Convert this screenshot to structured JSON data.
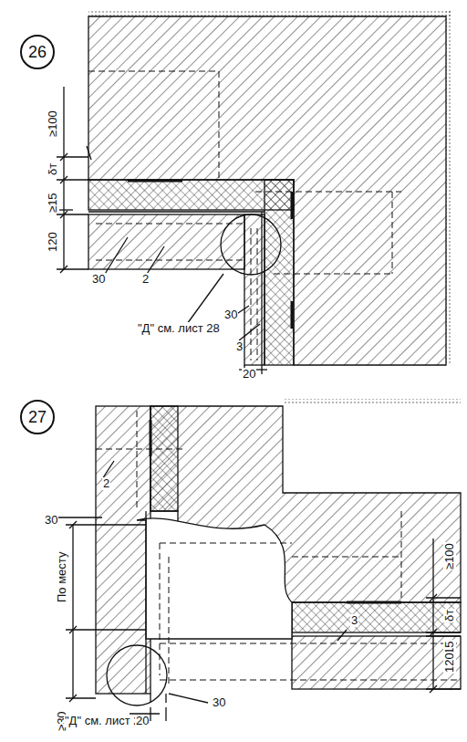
{
  "diagram": {
    "nodes": [
      {
        "text": [
          "26"
        ]
      },
      {
        "text": [
          "27"
        ]
      }
    ],
    "labels": [
      "≥100",
      "δт",
      "≥15",
      "120",
      "30",
      "2",
      "\"Д\" см. лист 28",
      "20",
      "30",
      "3",
      "2",
      "30",
      "По месту",
      "≥30",
      "\"Д\" см. лист 28",
      "20",
      "30",
      "≥100",
      "δт",
      "≥15",
      "120",
      "3"
    ]
  }
}
